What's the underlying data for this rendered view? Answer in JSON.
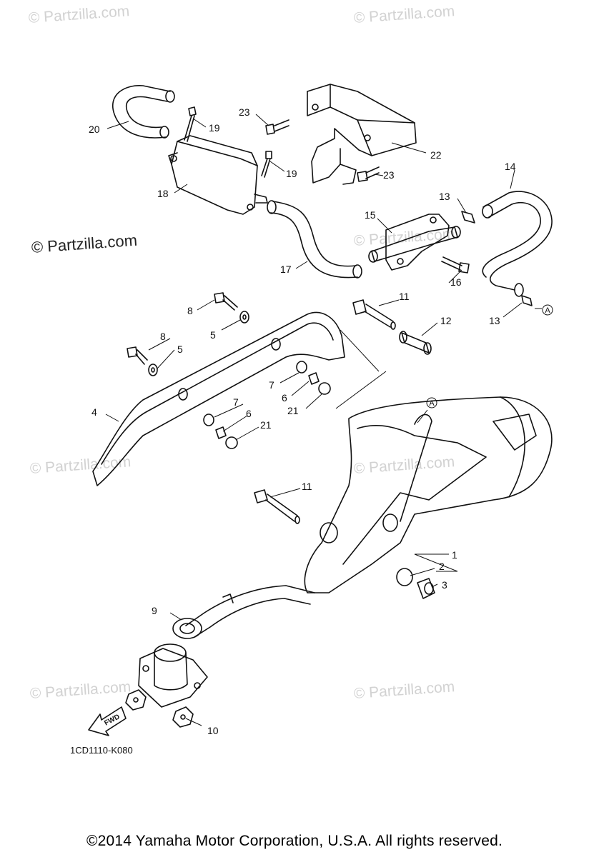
{
  "watermarks": {
    "small": "© Partzilla.com",
    "large": "© Partzilla.com"
  },
  "diagram_code": "1CD1110-K080",
  "footer": "©2014  Yamaha Motor Corporation, U.S.A. All rights reserved.",
  "callouts": [
    "1",
    "2",
    "3",
    "4",
    "5",
    "5",
    "6",
    "6",
    "7",
    "7",
    "8",
    "8",
    "9",
    "10",
    "11",
    "11",
    "12",
    "13",
    "13",
    "14",
    "15",
    "16",
    "17",
    "18",
    "19",
    "19",
    "20",
    "21",
    "21",
    "22",
    "23",
    "23"
  ],
  "reference_marker": "A",
  "fwd_label": "FWD",
  "colors": {
    "line": "#111111",
    "watermark": "#d2d2d2"
  }
}
